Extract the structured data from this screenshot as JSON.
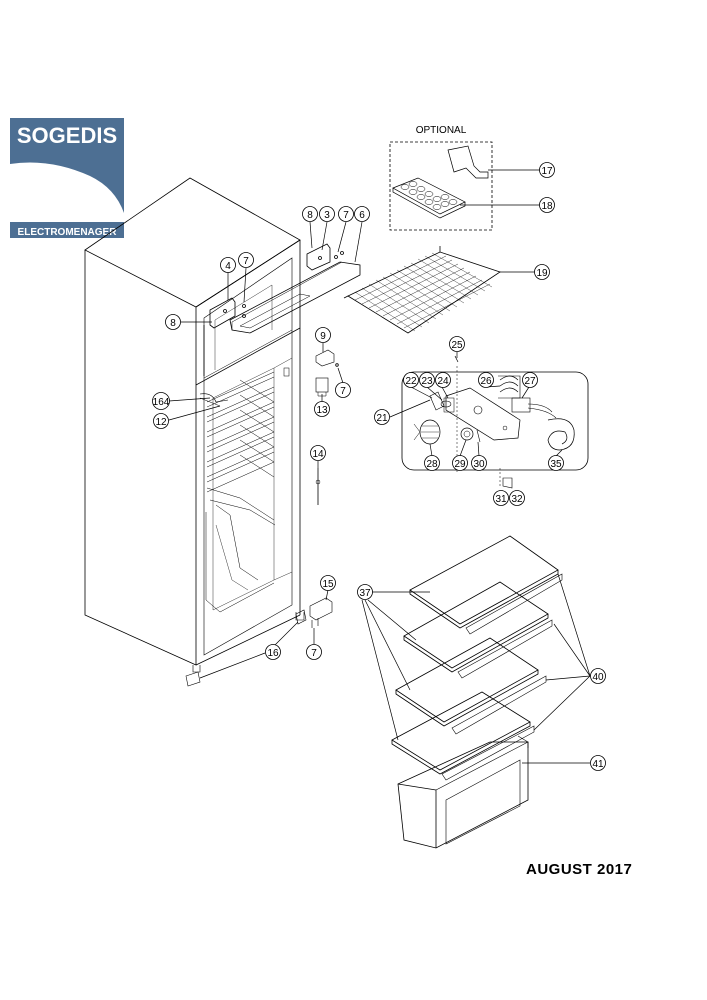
{
  "logo": {
    "brand_top": "SOGEDIS",
    "brand_bottom": "ELECTROMENAGER",
    "colors": {
      "blue": "#4d6f93",
      "white": "#ffffff"
    }
  },
  "optional_label": "OPTIONAL",
  "date_label": "AUGUST 2017",
  "callouts": {
    "n3": "3",
    "n4": "4",
    "n6": "6",
    "n7": "7",
    "n8": "8",
    "n9": "9",
    "n12": "12",
    "n13": "13",
    "n14": "14",
    "n15": "15",
    "n16": "16",
    "n17": "17",
    "n18": "18",
    "n19": "19",
    "n21": "21",
    "n22": "22",
    "n23": "23",
    "n24": "24",
    "n25": "25",
    "n26": "26",
    "n27": "27",
    "n28": "28",
    "n29": "29",
    "n30": "30",
    "n31": "31",
    "n32": "32",
    "n35": "35",
    "n37": "37",
    "n40": "40",
    "n41": "41",
    "n164": "164"
  }
}
